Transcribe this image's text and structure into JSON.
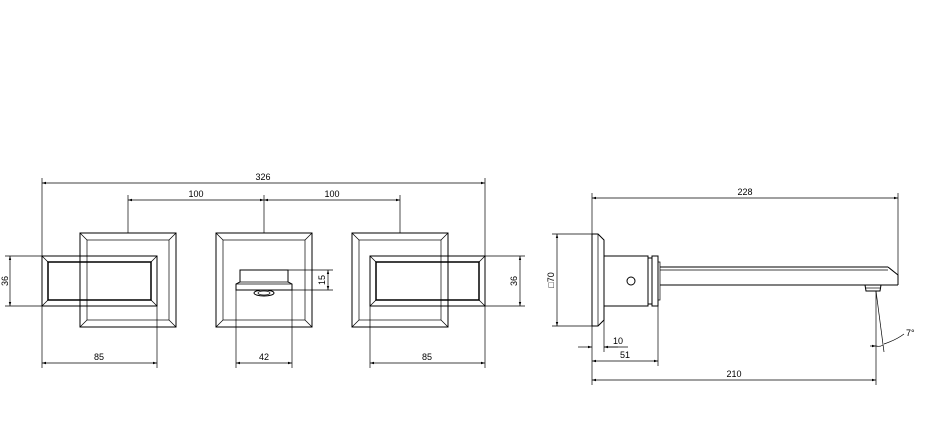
{
  "dimensions": {
    "overall_width": "326",
    "spacing_left": "100",
    "spacing_right": "100",
    "left_handle_height": "36",
    "right_handle_height": "36",
    "left_handle_width": "85",
    "spout_width": "42",
    "spout_height": "15",
    "right_handle_width": "85",
    "side_projection": "228",
    "plate_size": "□70",
    "plate_depth": "10",
    "body_depth": "51",
    "spout_reach": "210",
    "outlet_angle": "7°"
  }
}
